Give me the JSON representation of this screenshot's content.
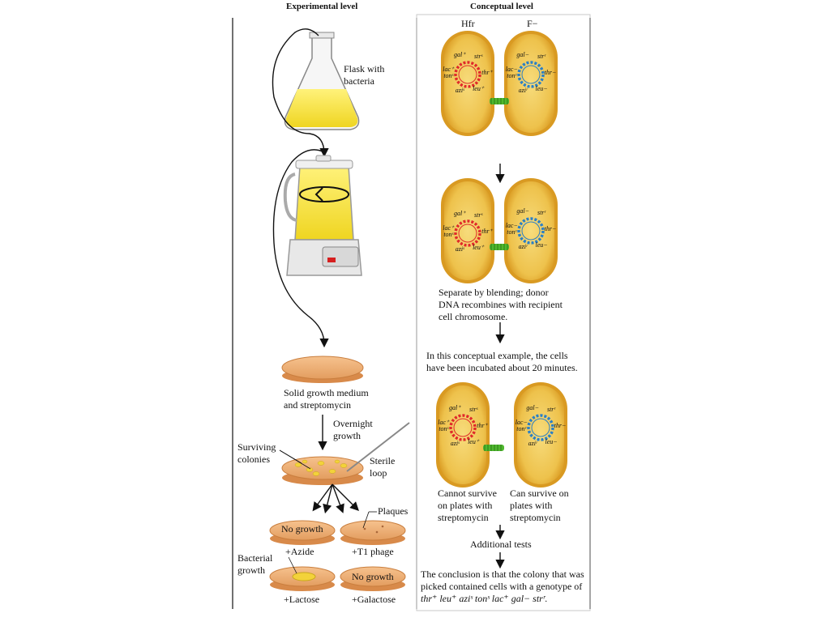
{
  "headers": {
    "experimental": "Experimental level",
    "conceptual": "Conceptual level"
  },
  "experimental": {
    "flask_label": [
      "Flask with",
      "bacteria"
    ],
    "medium_label": [
      "Solid growth medium",
      "and streptomycin"
    ],
    "overnight_label": [
      "Overnight",
      "growth"
    ],
    "surviving_label": [
      "Surviving",
      "colonies"
    ],
    "sterile_label": [
      "Sterile",
      "loop"
    ],
    "plaques_label": "Plaques",
    "bacterial_label": [
      "Bacterial",
      "growth"
    ],
    "dishes": [
      {
        "inner": "No growth",
        "caption": "+Azide"
      },
      {
        "inner": "",
        "caption": "+T1 phage"
      },
      {
        "inner": "",
        "caption": "+Lactose"
      },
      {
        "inner": "No growth",
        "caption": "+Galactose"
      }
    ]
  },
  "conceptual": {
    "hfr_label": "Hfr",
    "fminus_label": "F−",
    "blend_text": [
      "Separate by blending; donor",
      "DNA recombines with recipient",
      "cell chromosome."
    ],
    "incubation_text": [
      "In this conceptual example, the cells",
      "have been incubated about 20 minutes."
    ],
    "cannot_survive": [
      "Cannot survive",
      "on plates with",
      "streptomycin"
    ],
    "can_survive": [
      "Can survive on",
      "plates with",
      "streptomycin"
    ],
    "additional_tests": "Additional tests",
    "conclusion": [
      "The conclusion is that the colony that was",
      "picked contained cells with a genotype of"
    ],
    "genotype": "thr⁺ leu⁺ aziˢ tonˢ lac⁺ gal− strʳ.",
    "gene_labels": {
      "hfr1": [
        "lac⁺",
        "gal⁺",
        "strˢ",
        "thr⁺",
        "leu⁺",
        "aziˢ",
        "tonˢ"
      ],
      "f1": [
        "lac−",
        "gal−",
        "strʳ",
        "thr−",
        "leu−",
        "aziʳ",
        "tonʳ"
      ]
    }
  },
  "colors": {
    "cell_fill": "#e2b43a",
    "cell_inner": "#f1cf64",
    "cell_edge": "#d99a22",
    "donor_dna": "#e02a2a",
    "recipient_dna": "#2a7fc6",
    "pilus": "#4fb82e",
    "flask_liquid": "#f2e23b",
    "dish_fill": "#f0b67e"
  }
}
